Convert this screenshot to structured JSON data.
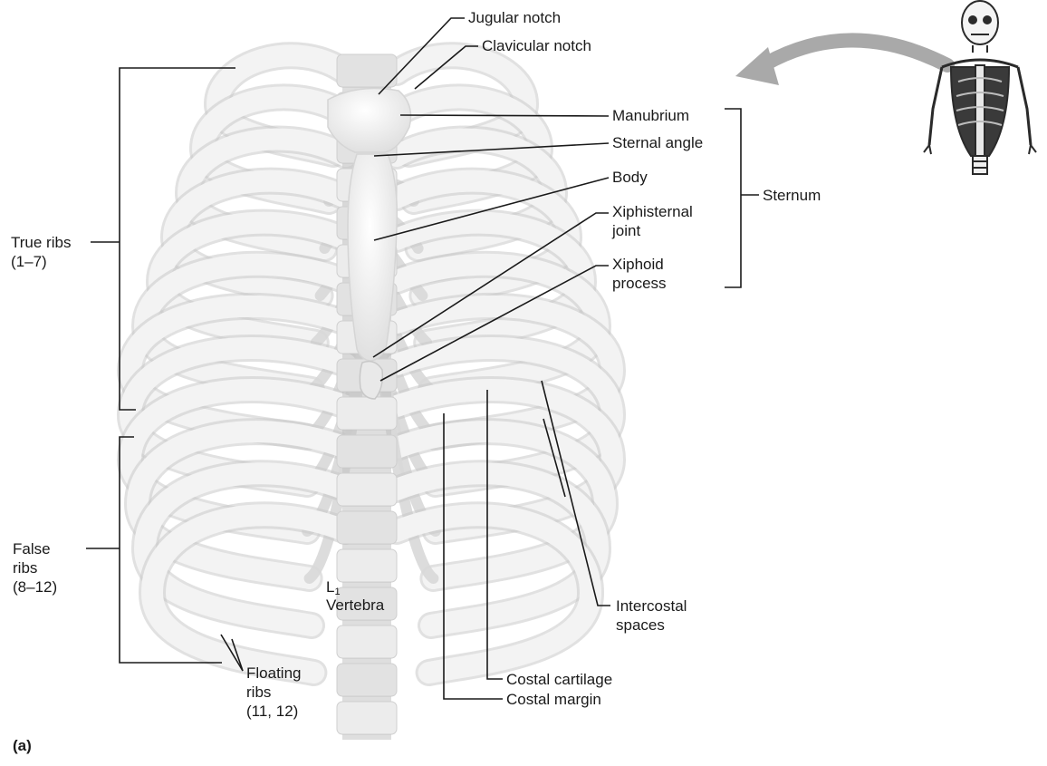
{
  "labels": {
    "jugular_notch": "Jugular notch",
    "clavicular_notch": "Clavicular notch",
    "manubrium": "Manubrium",
    "sternal_angle": "Sternal angle",
    "body": "Body",
    "xiphisternal_joint": "Xiphisternal\njoint",
    "xiphoid_process": "Xiphoid\nprocess",
    "sternum": "Sternum",
    "true_ribs": "True ribs\n(1–7)",
    "false_ribs": "False\nribs\n(8–12)",
    "l1_letter": "L",
    "l1_subscript": "1",
    "l1_vertebra": "Vertebra",
    "floating_ribs": "Floating\nribs\n(11, 12)",
    "intercostal_spaces": "Intercostal\nspaces",
    "costal_cartilage": "Costal cartilage",
    "costal_margin": "Costal margin",
    "panel": "(a)"
  },
  "colors": {
    "bone": "#f3f3f3",
    "bone_shadow": "#c9c9c9",
    "cartilage": "#d8d8d8",
    "line": "#1a1a1a",
    "arrow": "#a9a9a9",
    "skeleton_dark": "#2a2a2a"
  }
}
